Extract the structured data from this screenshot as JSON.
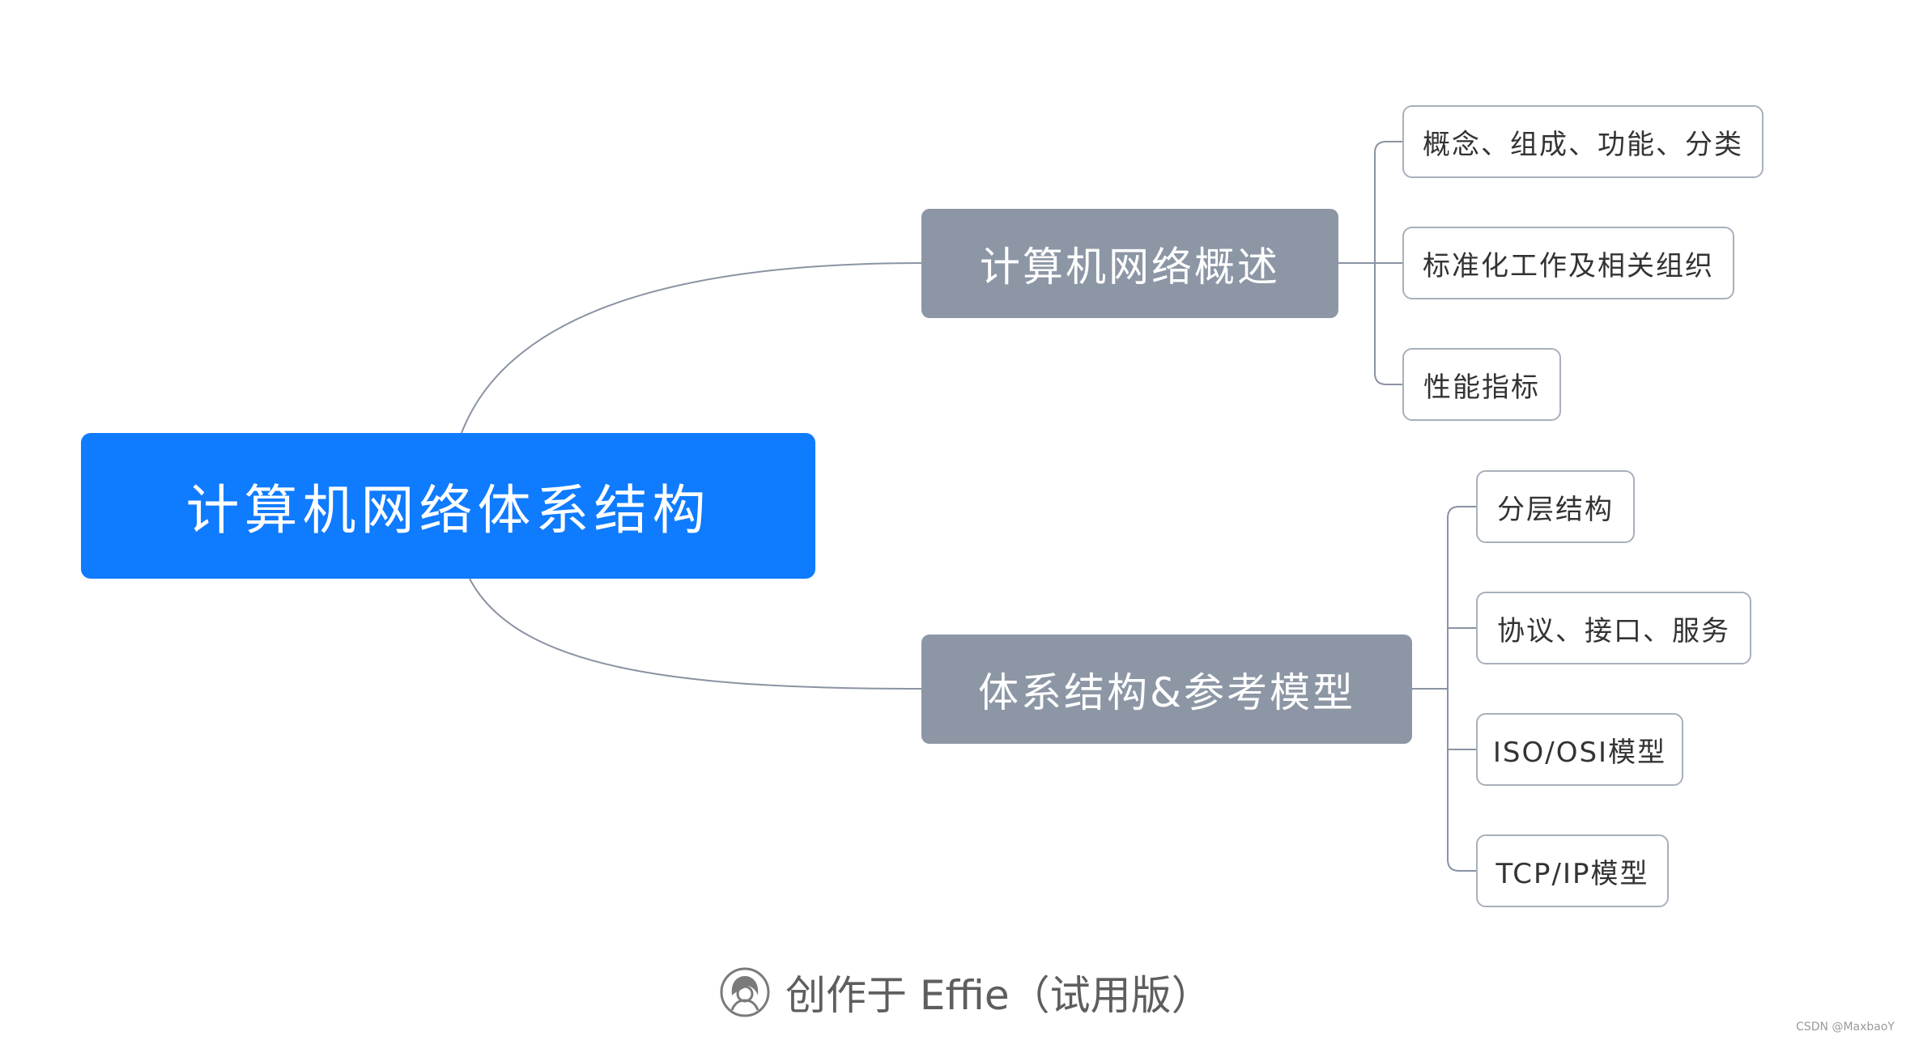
{
  "mindmap": {
    "root": "计算机网络体系结构",
    "branches": [
      {
        "label": "计算机网络概述",
        "children": [
          "概念、组成、功能、分类",
          "标准化工作及相关组织",
          "性能指标"
        ]
      },
      {
        "label": "体系结构&参考模型",
        "children": [
          "分层结构",
          "协议、接口、服务",
          "ISO/OSI模型",
          "TCP/IP模型"
        ]
      }
    ]
  },
  "footer": {
    "text": "创作于 Effie（试用版）",
    "icon": "effie-avatar-icon"
  },
  "watermark": "CSDN @MaxbaoY",
  "colors": {
    "root": "#0f7bff",
    "branch": "#8c96a5",
    "connector": "#8a93a3",
    "leaf_border": "#a8b0bc"
  }
}
